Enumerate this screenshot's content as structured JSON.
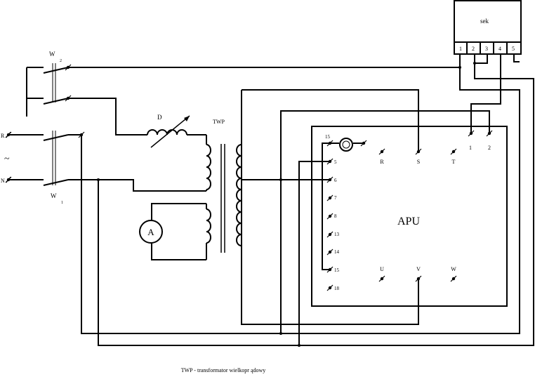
{
  "labels": {
    "sek": "sek",
    "sek_pins": [
      "1",
      "2",
      "3",
      "4",
      "5"
    ],
    "w2": "W",
    "w2_sub": "2",
    "w1": "W",
    "w1_sub": "1",
    "r_in": "R",
    "n_in": "N",
    "tilde": "~",
    "d": "D",
    "twp": "TWP",
    "ammeter": "A",
    "apu": "APU",
    "apu_top": [
      "R",
      "S",
      "T"
    ],
    "apu_top_right": [
      "1",
      "2"
    ],
    "apu_bottom": [
      "U",
      "V",
      "W"
    ],
    "apu_terminals": [
      "15",
      "5",
      "6",
      "7",
      "8",
      "13",
      "14",
      "15",
      "18"
    ]
  },
  "caption": "TWP - transformator wielkopr ądowy"
}
